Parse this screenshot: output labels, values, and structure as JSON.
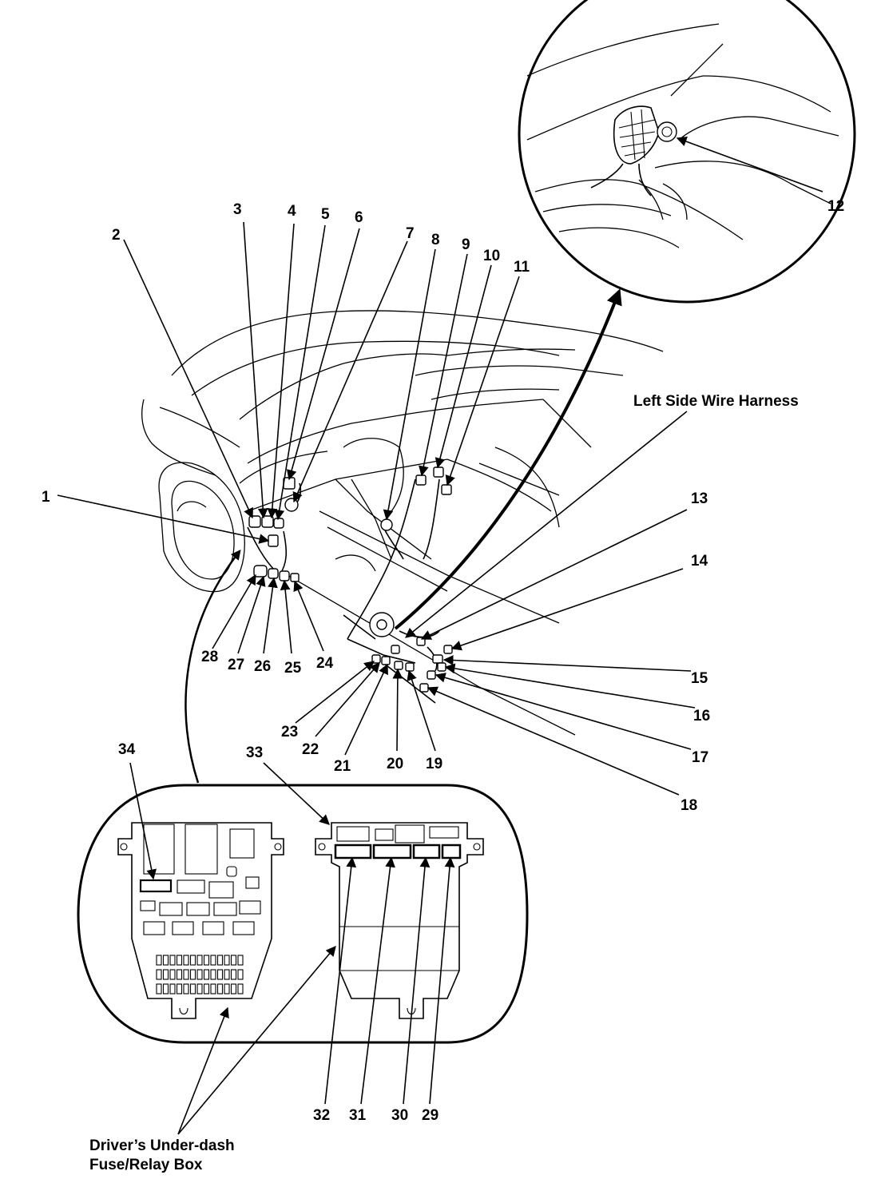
{
  "labels": {
    "left_side_harness": "Left Side Wire Harness",
    "fuse_box_line1": "Driver’s Under-dash",
    "fuse_box_line2": "Fuse/Relay Box"
  },
  "callouts": [
    "1",
    "2",
    "3",
    "4",
    "5",
    "6",
    "7",
    "8",
    "9",
    "10",
    "11",
    "12",
    "13",
    "14",
    "15",
    "16",
    "17",
    "18",
    "19",
    "20",
    "21",
    "22",
    "23",
    "24",
    "25",
    "26",
    "27",
    "28",
    "29",
    "30",
    "31",
    "32",
    "33",
    "34"
  ]
}
